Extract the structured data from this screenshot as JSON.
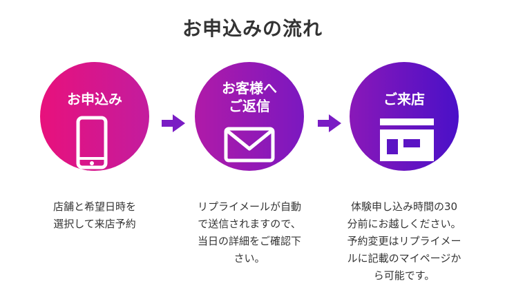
{
  "page_title": "お申込みの流れ",
  "steps": [
    {
      "label_line1": "お申込み",
      "label_line2": "",
      "icon": "smartphone-icon",
      "desc_lines": [
        "店舗と希望日時を",
        "選択して来店予約"
      ]
    },
    {
      "label_line1": "お客様へ",
      "label_line2": "ご返信",
      "icon": "envelope-icon",
      "desc_lines": [
        "リプライメールが自動",
        "で送信されますので、",
        "当日の詳細をご確認下",
        "さい。"
      ]
    },
    {
      "label_line1": "ご来店",
      "label_line2": "",
      "icon": "store-icon",
      "desc_lines": [
        "体験申し込み時間の30",
        "分前にお越しください。",
        "予約変更はリプライメー",
        "ルに記載のマイページか",
        "ら可能です。"
      ]
    }
  ],
  "colors": {
    "title_text": "#333333",
    "arrow": "#7a1cc4",
    "icon_white": "#ffffff"
  }
}
